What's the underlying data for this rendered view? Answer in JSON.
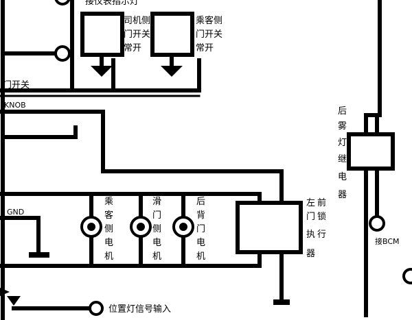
{
  "labels": {
    "instrument_indicator": "接仪表指示灯",
    "driver_door_switch": [
      "司机侧",
      "门开关",
      "常开"
    ],
    "passenger_door_switch": [
      "乘客侧",
      "门开关",
      "常开"
    ],
    "door_switch": "门开关",
    "knob": "KNOB",
    "gnd": "GND",
    "passenger_side_motor": [
      "乘",
      "客",
      "侧",
      "电",
      "机"
    ],
    "sliding_door_motor": [
      "滑",
      "门",
      "侧",
      "电",
      "机"
    ],
    "rear_door_motor": [
      "后",
      "背",
      "门",
      "电",
      "机"
    ],
    "left_front_lock_actuator": [
      "左",
      "门",
      "执",
      "前",
      "锁",
      "行",
      "器"
    ],
    "rear_fog_relay": [
      "后",
      "雾",
      "灯",
      "继",
      "电",
      "器"
    ],
    "to_bcm": "接BCM",
    "position_light_input": "位置灯信号输入"
  }
}
